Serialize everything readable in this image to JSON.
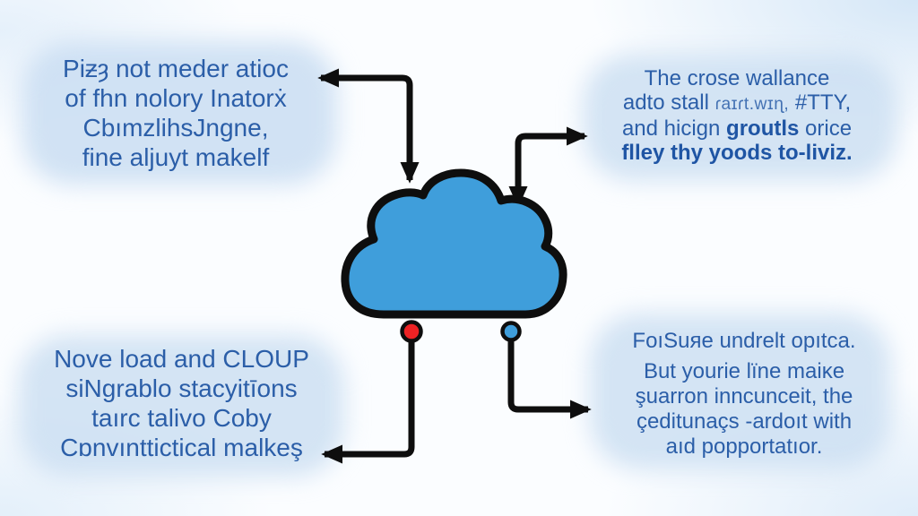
{
  "title": "Cloud concept infographic with four annotated callouts",
  "colors": {
    "cloud_blue": "#3f9edb",
    "dot_red": "#ed2224",
    "dot_blue": "#3f9edb",
    "line_black": "#0e0e0e",
    "text_blue": "#2b5ea8",
    "glow_blue": "#cbdff2"
  },
  "icons": {
    "center": "cloud-icon",
    "dots": [
      "red-dot",
      "blue-dot"
    ],
    "arrows": [
      "arrow-top-left",
      "arrow-top-right",
      "arrow-bottom-left",
      "arrow-bottom-right"
    ]
  },
  "blocks": [
    {
      "id": "top_left",
      "lines": [
        [
          {
            "t": "Piƶȝ not meder atioc"
          }
        ],
        [
          {
            "t": "of fhn nolory Inatorẋ"
          }
        ],
        [
          {
            "t": "CbımzlihsJngne,"
          }
        ],
        [
          {
            "t": "fine aljuyt makelf"
          }
        ]
      ]
    },
    {
      "id": "top_right",
      "lines": [
        [
          {
            "t": "The crose wallance"
          }
        ],
        [
          {
            "t": "adto stall "
          },
          {
            "t": "ɾaɪɾt.wɪɳ,",
            "s": true
          },
          {
            "t": " #TTY,"
          }
        ],
        [
          {
            "t": "and hicign "
          },
          {
            "t": "groutls",
            "b": true
          },
          {
            "t": " orice"
          }
        ],
        [
          {
            "t": "flley thy yoods to-liviz.",
            "b": true
          }
        ]
      ]
    },
    {
      "id": "bottom_left",
      "lines": [
        [
          {
            "t": "Nove load and CLOUP"
          }
        ],
        [
          {
            "t": "siNgrablo stacyitīons"
          }
        ],
        [
          {
            "t": "taırc talivo Coby"
          }
        ],
        [
          {
            "t": "Cɒnvınttictical malkeş"
          }
        ]
      ]
    },
    {
      "id": "bottom_right",
      "lines": [
        [
          {
            "t": "FoıSuяe undrelt opıtca."
          }
        ],
        [
          {
            "t": "But yourie lïne maiĸe"
          }
        ],
        [
          {
            "t": "şuarron inncunceit, the"
          }
        ],
        [
          {
            "t": "çeditunaçs -ardoıt with"
          }
        ],
        [
          {
            "t": "aıd popportatıor."
          }
        ]
      ]
    }
  ]
}
